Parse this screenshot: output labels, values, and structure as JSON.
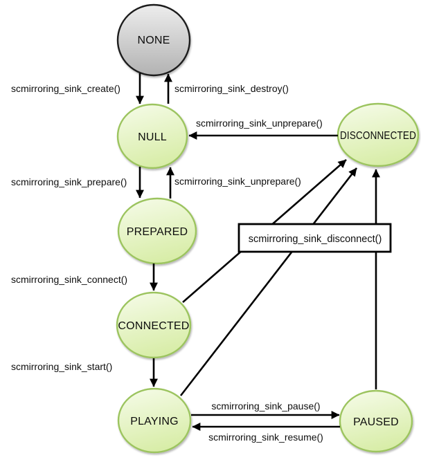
{
  "diagram": {
    "states": {
      "none": "NONE",
      "null": "NULL",
      "prepared": "PREPARED",
      "connected": "CONNECTED",
      "playing": "PLAYING",
      "paused": "PAUSED",
      "disconnected": "DISCONNECTED"
    },
    "transitions": {
      "create": "scmirroring_sink_create()",
      "destroy": "scmirroring_sink_destroy()",
      "unprepare_disconnected_to_null": "scmirroring_sink_unprepare()",
      "prepare": "scmirroring_sink_prepare()",
      "unprepare_prepared_to_null": "scmirroring_sink_unprepare()",
      "connect": "scmirroring_sink_connect()",
      "start": "scmirroring_sink_start()",
      "disconnect": "scmirroring_sink_disconnect()",
      "pause": "scmirroring_sink_pause()",
      "resume": "scmirroring_sink_resume()"
    },
    "colors": {
      "background": "#ffffff",
      "state_fill_top": "#f5fbe7",
      "state_fill_bottom": "#d8eda8",
      "state_border": "#9cc45f",
      "none_fill_top": "#ededed",
      "none_fill_bottom": "#b2b2b2",
      "none_border": "#1d1d1d",
      "arrow": "#000000",
      "label_text": "#000000"
    }
  }
}
